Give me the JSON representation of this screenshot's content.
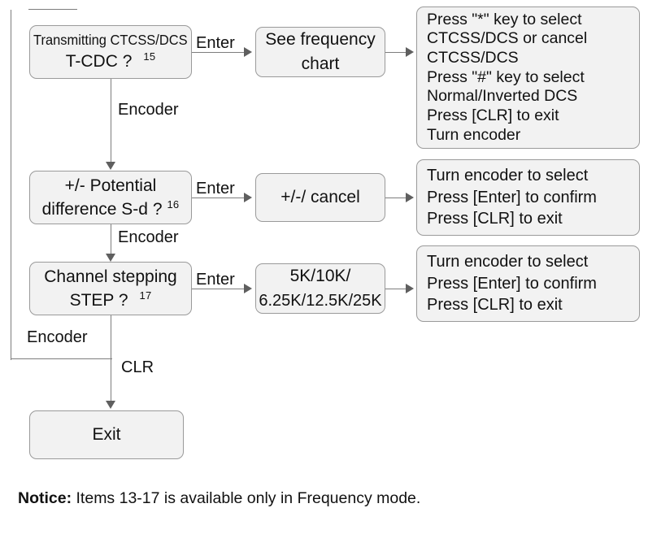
{
  "diagram": {
    "title": "Radio menu navigation flowchart (items 15-17)",
    "colors": {
      "node_fill": "#f2f2f2",
      "node_border": "#9a9a9a",
      "connector": "#7d7d7d",
      "text": "#111111",
      "background": "#ffffff"
    }
  },
  "menu_items": [
    {
      "line1": "Transmitting CTCSS/DCS",
      "line2": "T-CDC ?",
      "index": "15"
    },
    {
      "line1": "+/-  Potential",
      "line2": "difference S-d ?",
      "index": "16"
    },
    {
      "line1": "Channel stepping",
      "line2": "STEP ?",
      "index": "17"
    }
  ],
  "value_nodes": [
    {
      "line1": "See frequency",
      "line2": "chart"
    },
    {
      "line1": "+/-/ cancel",
      "line2": ""
    },
    {
      "line1": "5K/10K/",
      "line2": "6.25K/12.5K/25K"
    }
  ],
  "instruction_nodes": [
    {
      "lines": [
        "Press \"*\" key to select",
        "CTCSS/DCS or cancel",
        "CTCSS/DCS",
        "Press \"#\" key to select",
        "Normal/Inverted DCS",
        "Press [CLR] to exit",
        "Turn encoder"
      ]
    },
    {
      "lines": [
        "Turn encoder to select",
        "Press [Enter] to confirm",
        "Press [CLR] to exit"
      ]
    },
    {
      "lines": [
        "Turn encoder to select",
        "Press [Enter] to confirm",
        "Press [CLR] to exit"
      ]
    }
  ],
  "exit_node": {
    "label": "Exit"
  },
  "edge_labels": {
    "enter_1": "Enter",
    "enter_2": "Enter",
    "enter_3": "Enter",
    "encoder_1": "Encoder",
    "encoder_2": "Encoder",
    "encoder_loop": "Encoder",
    "clr": "CLR"
  },
  "notice": {
    "prefix": "Notice:",
    "text": " Items 13-17 is available only in Frequency mode."
  }
}
